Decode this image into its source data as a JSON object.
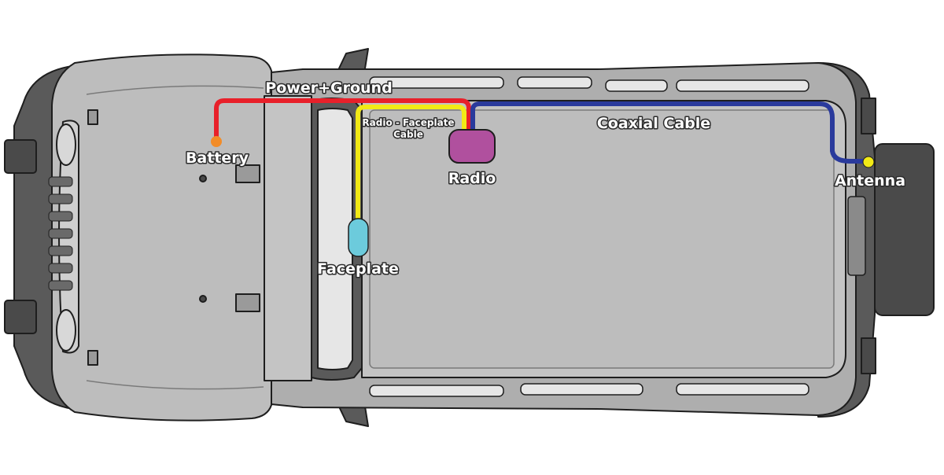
{
  "labels": {
    "power_ground": "Power+Ground",
    "battery": "Battery",
    "radio_faceplate_cable_line1": "Radio - Faceplate",
    "radio_faceplate_cable_line2": "Cable",
    "radio": "Radio",
    "coaxial_cable": "Coaxial Cable",
    "antenna": "Antenna",
    "faceplate": "Faceplate"
  },
  "colors": {
    "power_ground_wire": "#e8202a",
    "radio_faceplate_wire": "#f2ea16",
    "coaxial_wire": "#2a3a9c",
    "battery": "#f28c28",
    "antenna": "#f2ea16",
    "radio_unit": "#b0509e",
    "faceplate_unit": "#6ccbdc",
    "body_light": "#bdbdbd",
    "body_dark": "#5a5a5a",
    "outline": "#1e1e1e"
  },
  "icons": {
    "vehicle": "jeep-top-view-icon",
    "battery": "battery-dot-icon",
    "antenna": "antenna-dot-icon",
    "radio": "radio-unit-icon",
    "faceplate": "faceplate-unit-icon"
  }
}
